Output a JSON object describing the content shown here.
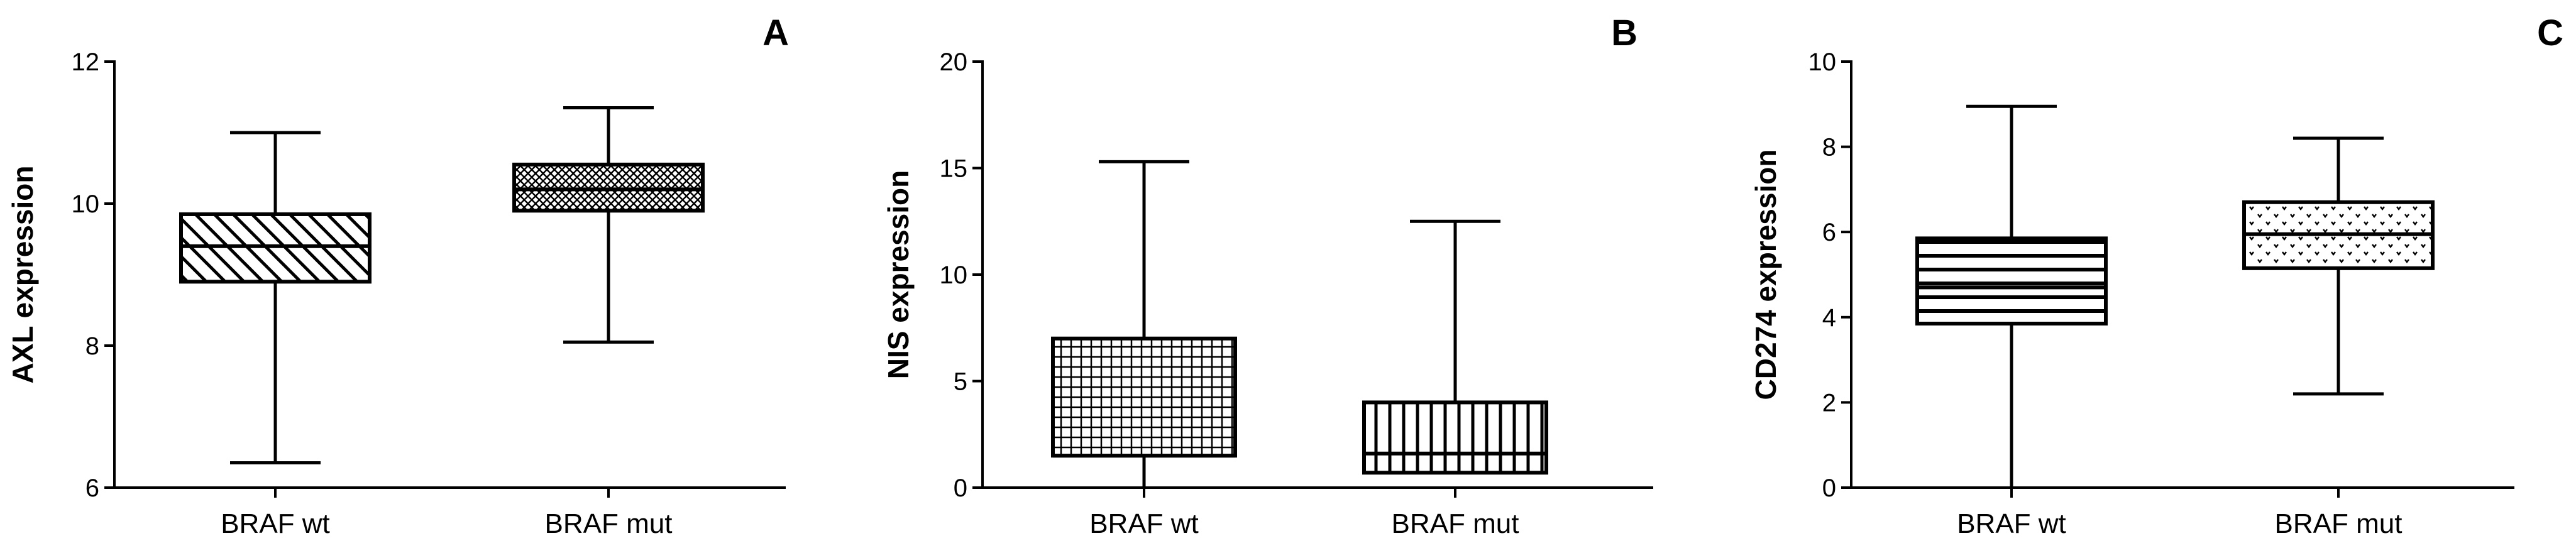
{
  "chart_data": [
    {
      "type": "box",
      "panel_label": "A",
      "ylabel": "AXL expression",
      "ylim": [
        6,
        12
      ],
      "yticks": [
        6,
        8,
        10,
        12
      ],
      "categories": [
        "BRAF wt",
        "BRAF mut"
      ],
      "boxes": [
        {
          "category": "BRAF wt",
          "min": 6.35,
          "q1": 8.9,
          "median": 9.4,
          "q3": 9.85,
          "max": 11.0,
          "pattern": "diagonal-hatch"
        },
        {
          "category": "BRAF mut",
          "min": 8.05,
          "q1": 9.9,
          "median": 10.2,
          "q3": 10.55,
          "max": 11.35,
          "pattern": "crosshatch-fine"
        }
      ]
    },
    {
      "type": "box",
      "panel_label": "B",
      "ylabel": "NIS expression",
      "ylim": [
        0,
        20
      ],
      "yticks": [
        0,
        5,
        10,
        15,
        20
      ],
      "categories": [
        "BRAF wt",
        "BRAF mut"
      ],
      "boxes": [
        {
          "category": "BRAF wt",
          "min": 0,
          "q1": 1.5,
          "median": 1.5,
          "q3": 7.0,
          "max": 15.3,
          "pattern": "grid"
        },
        {
          "category": "BRAF mut",
          "min": 0.7,
          "q1": 0.7,
          "median": 1.6,
          "q3": 4.0,
          "max": 12.5,
          "pattern": "vertical-lines"
        }
      ]
    },
    {
      "type": "box",
      "panel_label": "C",
      "ylabel": "CD274 expression",
      "ylim": [
        0,
        10
      ],
      "yticks": [
        0,
        2,
        4,
        6,
        8,
        10
      ],
      "categories": [
        "BRAF wt",
        "BRAF mut"
      ],
      "boxes": [
        {
          "category": "BRAF wt",
          "min": 0,
          "q1": 3.85,
          "median": 4.7,
          "q3": 5.85,
          "max": 8.95,
          "pattern": "horizontal-lines"
        },
        {
          "category": "BRAF mut",
          "min": 2.2,
          "q1": 5.15,
          "median": 5.95,
          "q3": 6.7,
          "max": 8.2,
          "pattern": "dots"
        }
      ]
    }
  ]
}
